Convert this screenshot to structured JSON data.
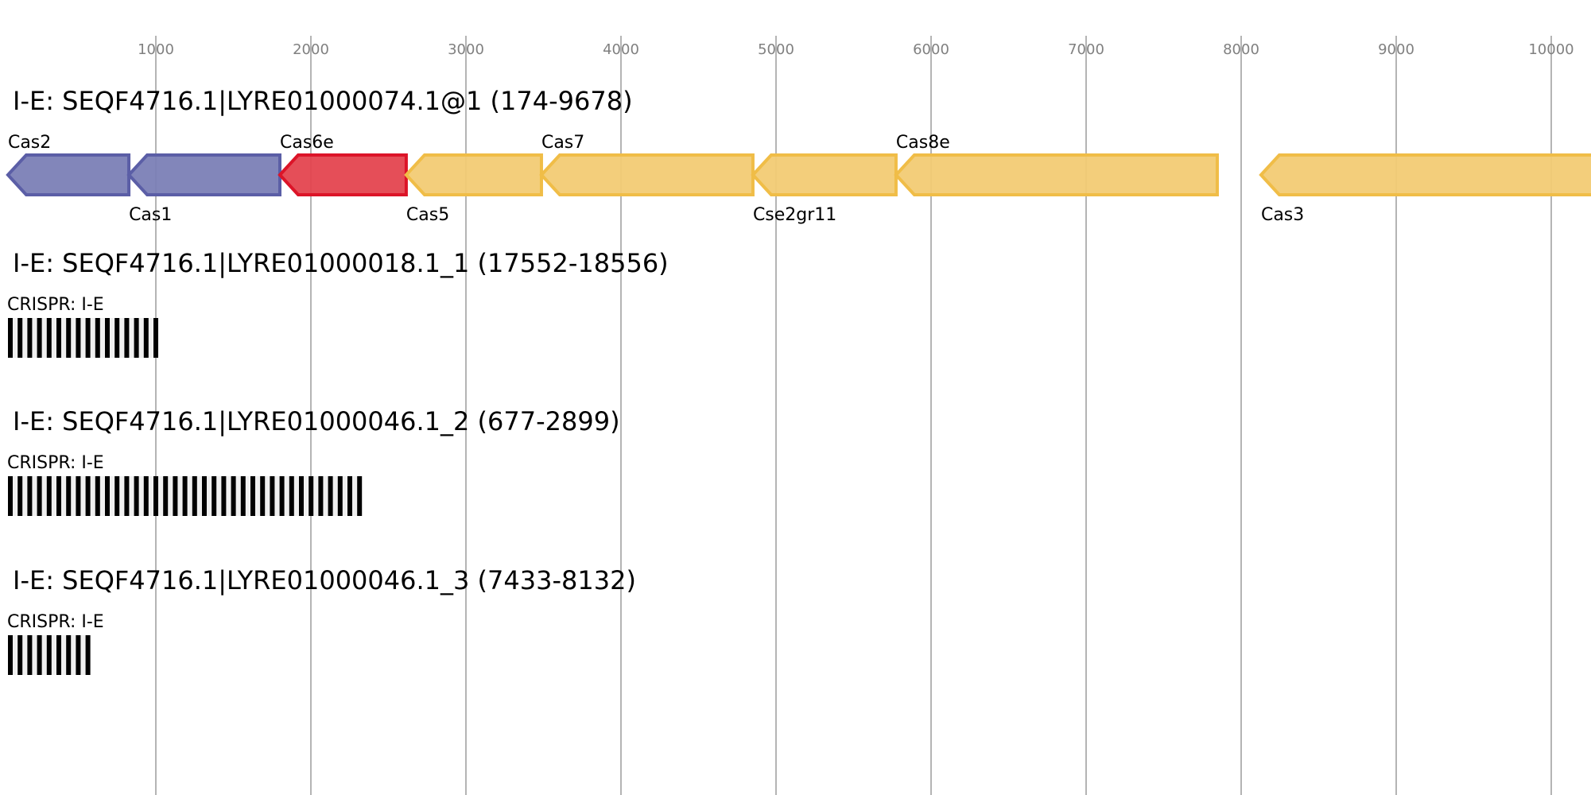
{
  "axis": {
    "ticks": [
      1000,
      2000,
      3000,
      4000,
      5000,
      6000,
      7000,
      8000,
      9000,
      10000
    ],
    "grid_color": "#b4b4b4",
    "tick_color": "#808080"
  },
  "colors": {
    "blue_fill": "#7b7fb6",
    "blue_stroke": "#5b5ea6",
    "red_fill": "#e4444f",
    "red_stroke": "#dc1428",
    "yellow_fill": "#f2cb74",
    "yellow_stroke": "#f0bd47"
  },
  "locus": {
    "title": "I-E: SEQF4716.1|LYRE01000074.1@1 (174-9678)",
    "genes": [
      {
        "name": "Cas2",
        "start": 46,
        "end": 826,
        "color": "blue",
        "label_pos": "top"
      },
      {
        "name": "Cas1",
        "start": 826,
        "end": 1800,
        "color": "blue",
        "label_pos": "bottom"
      },
      {
        "name": "Cas6e",
        "start": 1800,
        "end": 2615,
        "color": "red",
        "label_pos": "top"
      },
      {
        "name": "Cas5",
        "start": 2615,
        "end": 3487,
        "color": "yellow",
        "label_pos": "bottom"
      },
      {
        "name": "Cas7",
        "start": 3487,
        "end": 4851,
        "color": "yellow",
        "label_pos": "top"
      },
      {
        "name": "Cse2gr11",
        "start": 4851,
        "end": 5774,
        "color": "yellow",
        "label_pos": "bottom"
      },
      {
        "name": "Cas8e",
        "start": 5774,
        "end": 7846,
        "color": "yellow",
        "label_pos": "top"
      },
      {
        "name": "Cas3",
        "start": 8128,
        "end": 10518,
        "color": "yellow",
        "label_pos": "bottom"
      }
    ]
  },
  "crispr_arrays": [
    {
      "title": "I-E: SEQF4716.1|LYRE01000018.1_1 (17552-18556)",
      "label": "CRISPR: I-E",
      "repeats": 16
    },
    {
      "title": "I-E: SEQF4716.1|LYRE01000046.1_2 (677-2899)",
      "label": "CRISPR: I-E",
      "repeats": 37
    },
    {
      "title": "I-E: SEQF4716.1|LYRE01000046.1_3 (7433-8132)",
      "label": "CRISPR: I-E",
      "repeats": 9
    }
  ]
}
